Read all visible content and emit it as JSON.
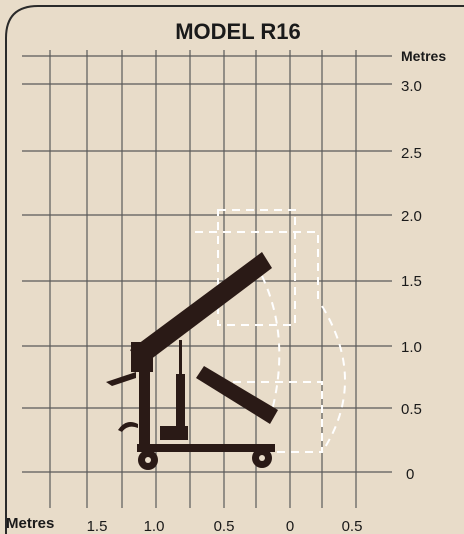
{
  "title": "MODEL R16",
  "y_axis": {
    "unit_label": "Metres",
    "ticks": [
      "3.0",
      "2.5",
      "2.0",
      "1.5",
      "1.0",
      "0.5",
      "0"
    ],
    "values": [
      3.0,
      2.5,
      2.0,
      1.5,
      1.0,
      0.5,
      0
    ]
  },
  "x_axis": {
    "unit_label": "Metres",
    "ticks": [
      "1.5",
      "1.0",
      "0.5",
      "0",
      "0.5"
    ],
    "values": [
      1.5,
      1.0,
      0.5,
      0,
      0.5
    ]
  },
  "colors": {
    "background": "#e8dcc9",
    "grid": "#5a5a5a",
    "machine": "#2a1a16",
    "envelope": "#ffffff",
    "ink": "#1a1a1a"
  }
}
